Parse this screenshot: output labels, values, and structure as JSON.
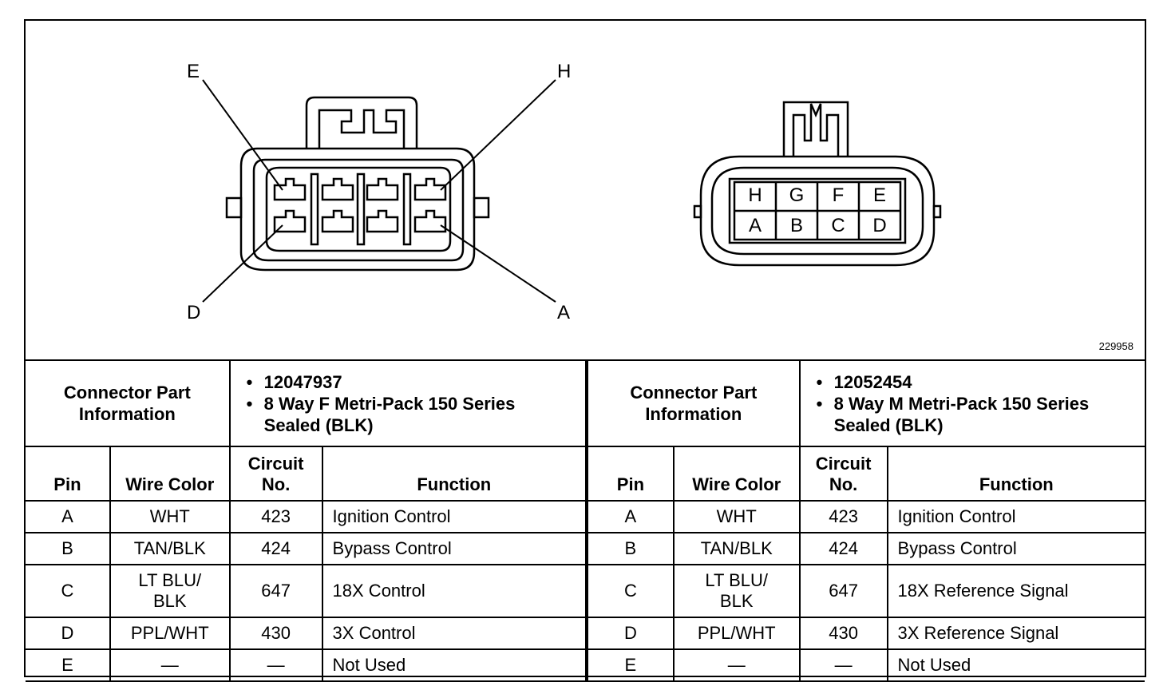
{
  "figure_number": "229958",
  "left_connector": {
    "callouts": {
      "top_left": "E",
      "top_right": "H",
      "bottom_left": "D",
      "bottom_right": "A"
    }
  },
  "right_connector": {
    "top_row": [
      "H",
      "G",
      "F",
      "E"
    ],
    "bottom_row": [
      "A",
      "B",
      "C",
      "D"
    ]
  },
  "tables": [
    {
      "info_label_line1": "Connector Part",
      "info_label_line2": "Information",
      "part_number": "12047937",
      "description_line1": "8 Way F Metri-Pack 150 Series",
      "description_line2": "Sealed (BLK)",
      "headers": {
        "pin": "Pin",
        "wire_color": "Wire Color",
        "circuit_line1": "Circuit",
        "circuit_line2": "No.",
        "function": "Function"
      },
      "rows": [
        {
          "pin": "A",
          "color1": "WHT",
          "color2": "",
          "circuit": "423",
          "function": "Ignition Control"
        },
        {
          "pin": "B",
          "color1": "TAN/BLK",
          "color2": "",
          "circuit": "424",
          "function": "Bypass Control"
        },
        {
          "pin": "C",
          "color1": "LT BLU/",
          "color2": "BLK",
          "circuit": "647",
          "function": "18X Control"
        },
        {
          "pin": "D",
          "color1": "PPL/WHT",
          "color2": "",
          "circuit": "430",
          "function": "3X Control"
        },
        {
          "pin": "E",
          "color1": "—",
          "color2": "",
          "circuit": "—",
          "function": "Not Used"
        }
      ]
    },
    {
      "info_label_line1": "Connector Part",
      "info_label_line2": "Information",
      "part_number": "12052454",
      "description_line1": "8 Way M Metri-Pack 150 Series",
      "description_line2": "Sealed (BLK)",
      "headers": {
        "pin": "Pin",
        "wire_color": "Wire Color",
        "circuit_line1": "Circuit",
        "circuit_line2": "No.",
        "function": "Function"
      },
      "rows": [
        {
          "pin": "A",
          "color1": "WHT",
          "color2": "",
          "circuit": "423",
          "function": "Ignition Control"
        },
        {
          "pin": "B",
          "color1": "TAN/BLK",
          "color2": "",
          "circuit": "424",
          "function": "Bypass Control"
        },
        {
          "pin": "C",
          "color1": "LT BLU/",
          "color2": "BLK",
          "circuit": "647",
          "function": "18X Reference Signal"
        },
        {
          "pin": "D",
          "color1": "PPL/WHT",
          "color2": "",
          "circuit": "430",
          "function": "3X Reference Signal"
        },
        {
          "pin": "E",
          "color1": "—",
          "color2": "",
          "circuit": "—",
          "function": "Not Used"
        }
      ]
    }
  ]
}
